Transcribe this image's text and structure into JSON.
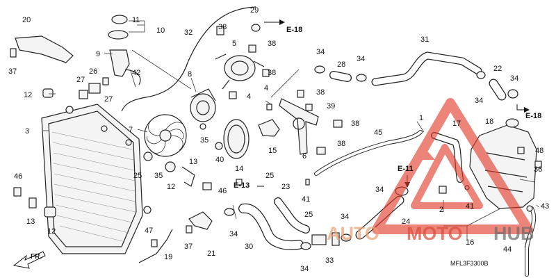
{
  "diagram": {
    "part_numbers": [
      "1",
      "2",
      "3",
      "4",
      "5",
      "6",
      "7",
      "8",
      "9",
      "10",
      "11",
      "12",
      "13",
      "14",
      "15",
      "16",
      "17",
      "18",
      "19",
      "20",
      "21",
      "22",
      "23",
      "24",
      "25",
      "26",
      "27",
      "28",
      "29",
      "30",
      "31",
      "32",
      "33",
      "34",
      "35",
      "36",
      "37",
      "38",
      "39",
      "40",
      "41",
      "42",
      "43",
      "44",
      "45",
      "46",
      "47",
      "48"
    ],
    "references": [
      "E-18",
      "E-18",
      "E-11",
      "E-13"
    ],
    "direction_label": "FR.",
    "drawing_code": "MFL3F3300B"
  },
  "watermark": {
    "brand_auto": "AUTO",
    "brand_moto": "MOTO",
    "brand_hub": "HUB",
    "color_red": "#e23a2a",
    "color_grey": "#6b6b6b"
  }
}
